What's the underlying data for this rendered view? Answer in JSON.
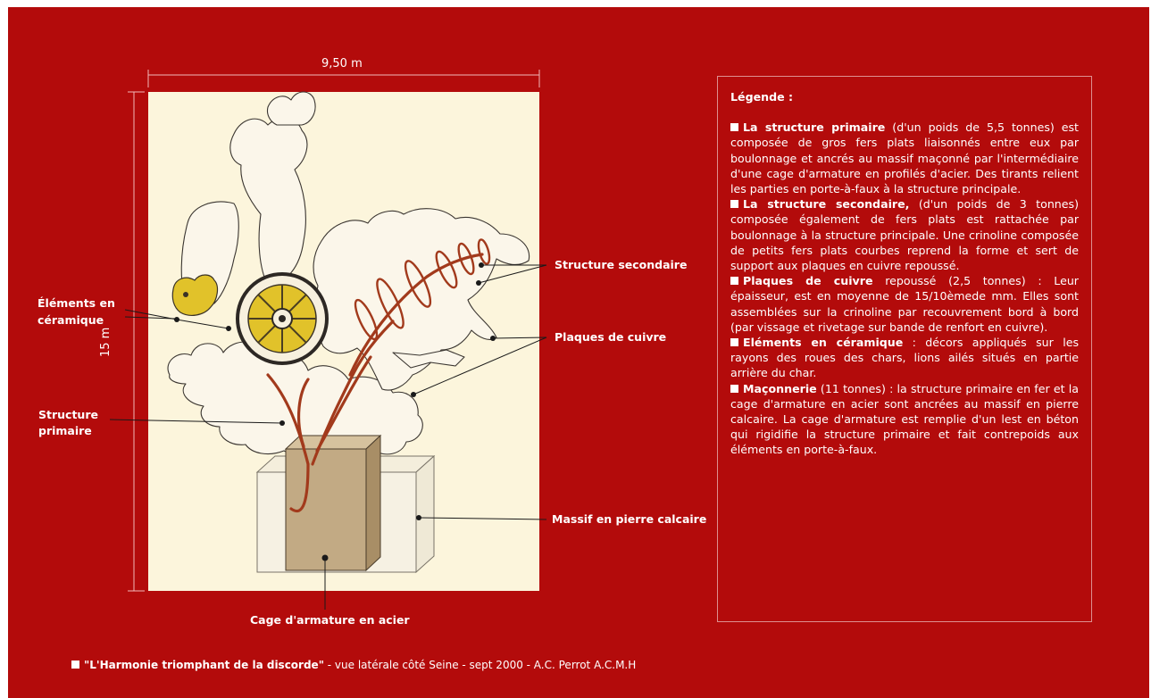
{
  "colors": {
    "background": "#b30b0b",
    "drawing_area": "#fcf5dc",
    "foundation": "#c2aa84",
    "steel": "#a23a1c",
    "ceramic": "#e1c22a"
  },
  "dimensions": {
    "width_label": "9,50  m",
    "height_label": "15 m"
  },
  "callouts": {
    "ceramique": [
      "Éléments en",
      "céramique"
    ],
    "structure_primaire": [
      "Structure",
      "primaire"
    ],
    "structure_secondaire": "Structure secondaire",
    "plaques_cuivre": "Plaques de cuivre",
    "massif": "Massif en pierre calcaire",
    "cage": "Cage d'armature en acier"
  },
  "legend": {
    "title": "Légende :",
    "items": [
      {
        "term": "La structure primaire",
        "text": " (d'un poids de 5,5 tonnes) est composée de gros fers plats liaisonnés entre eux par boulonnage et ancrés au massif maçonné par l'intermédiaire d'une cage d'armature en profilés d'acier. Des tirants relient les parties en porte-à-faux à la structure principale."
      },
      {
        "term": "La structure secondaire,",
        "text": " (d'un poids de 3 tonnes) composée également de fers plats est rattachée par boulonnage à la structure principale. Une crinoline composée de petits fers plats courbes reprend la forme et sert de support aux plaques en cuivre repoussé."
      },
      {
        "term": "Plaques de cuivre",
        "text": " repoussé (2,5 tonnes) : Leur épaisseur, est en moyenne de 15/10èmede mm. Elles sont assemblées sur la crinoline par recouvrement bord à bord (par vissage et rivetage sur bande de renfort en cuivre)."
      },
      {
        "term": "Eléments en céramique",
        "text": " : décors appliqués sur les rayons des roues des chars, lions ailés situés en partie arrière du char."
      },
      {
        "term": "Maçonnerie",
        "text": " (11 tonnes) : la structure primaire en fer et la cage d'armature en acier sont ancrées au massif en pierre calcaire. La cage d'armature est remplie d'un lest en béton qui rigidifie la structure primaire et fait contrepoids aux éléments en porte-à-faux."
      }
    ]
  },
  "caption": {
    "title": "\"L'Harmonie triomphant de la discorde\"",
    "rest": " -  vue latérale côté Seine - sept 2000 - A.C. Perrot A.C.M.H"
  }
}
